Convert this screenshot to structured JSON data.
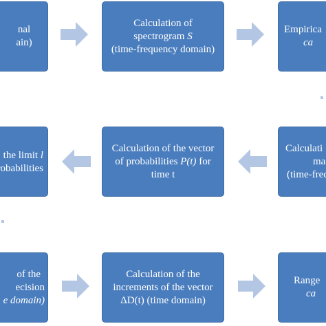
{
  "colors": {
    "box_fill": "#4a7dbe",
    "box_border": "#3d6aa5",
    "text": "#ffffff",
    "arrow": "#b3c6e3"
  },
  "row1": {
    "box1": {
      "line1": "nal",
      "line2": "ain)"
    },
    "box2": {
      "line1": "Calculation of",
      "line2_text": "spectrogram ",
      "line2_var": "S",
      "line3": "(time-frequency domain)"
    },
    "box3": {
      "line1": "Empirica",
      "line2": "ca"
    }
  },
  "row2": {
    "box1": {
      "line1_text": "the limit ",
      "line1_var": "l",
      "line2": "robabilities"
    },
    "box2": {
      "line1": "Calculation of the vector",
      "line2_text": "of probabilities ",
      "line2_var": "P(t)",
      "line2_tail": " for",
      "line3": "time  t"
    },
    "box3": {
      "line1": "Calculati",
      "line2": "ma",
      "line3": "(time-freq"
    }
  },
  "row3": {
    "box1": {
      "line1": "of the",
      "line2": "ecision",
      "line3": "e domain)"
    },
    "box2": {
      "line1": "Calculation of the",
      "line2": "increments of the vector",
      "line3": "ΔD(t) (time domain)"
    },
    "box3": {
      "line1": "Range",
      "line2": "ca"
    }
  },
  "arrows": [
    {
      "direction": "right"
    },
    {
      "direction": "right"
    },
    {
      "direction": "left"
    },
    {
      "direction": "left"
    },
    {
      "direction": "right"
    },
    {
      "direction": "right"
    }
  ]
}
